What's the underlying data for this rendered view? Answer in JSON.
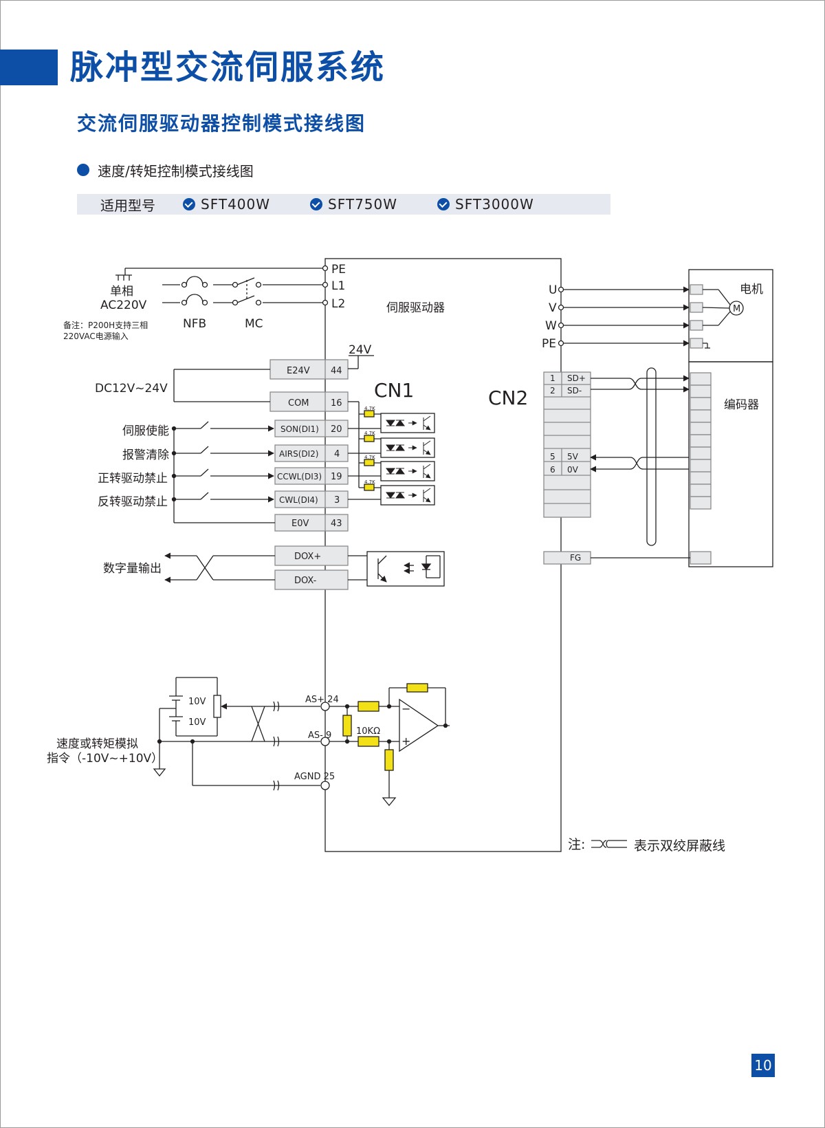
{
  "header": {
    "title": "脉冲型交流伺服系统",
    "subtitle": "交流伺服驱动器控制模式接线图"
  },
  "section": {
    "title": "速度/转矩控制模式接线图"
  },
  "models": {
    "label": "适用型号",
    "items": [
      "SFT400W",
      "SFT750W",
      "SFT3000W"
    ]
  },
  "diagram": {
    "power": {
      "phase": "单相",
      "voltage": "AC220V",
      "note1": "备注：P200H支持三相",
      "note2": "220VAC电源输入",
      "nfb": "NFB",
      "mc": "MC",
      "terminals": [
        "PE",
        "L1",
        "L2"
      ]
    },
    "driver_label": "伺服驱动器",
    "cn1": "CN1",
    "cn2": "CN2",
    "v24": "24V",
    "dc_supply": "DC12V~24V",
    "cn1_pins": [
      {
        "name": "E24V",
        "num": "44"
      },
      {
        "name": "COM",
        "num": "16"
      },
      {
        "name": "SON(DI1)",
        "num": "20"
      },
      {
        "name": "AIRS(DI2)",
        "num": "4"
      },
      {
        "name": "CCWL(DI3)",
        "num": "19"
      },
      {
        "name": "CWL(DI4)",
        "num": "3"
      },
      {
        "name": "E0V",
        "num": "43"
      }
    ],
    "resistor": "4.7K",
    "inputs": [
      "伺服使能",
      "报警清除",
      "正转驱动禁止",
      "反转驱动禁止"
    ],
    "dox": [
      "DOX+",
      "DOX-"
    ],
    "digital_out": "数字量输出",
    "motor_terms": [
      "U",
      "V",
      "W",
      "PE"
    ],
    "motor": "电机",
    "motor_symbol": "M",
    "encoder": "编码器",
    "cn2_pins": [
      {
        "num": "1",
        "name": "SD+"
      },
      {
        "num": "2",
        "name": "SD-"
      },
      {
        "num": "5",
        "name": "5V"
      },
      {
        "num": "6",
        "name": "0V"
      }
    ],
    "fg": "FG",
    "analog": {
      "v1": "10V",
      "v2": "10V",
      "label1": "速度或转矩模拟",
      "label2": "指令（-10V~+10V）",
      "asp": "AS+ 24",
      "asn": "AS- 9",
      "agnd": "AGND 25",
      "res": "10KΩ",
      "minus": "−",
      "plus": "+"
    },
    "note": {
      "prefix": "注:",
      "text": "表示双绞屏蔽线"
    }
  },
  "page_number": "10",
  "colors": {
    "brand": "#0d4ea6",
    "resistor": "#f2e117",
    "pin_box": "#e6e8ea"
  }
}
